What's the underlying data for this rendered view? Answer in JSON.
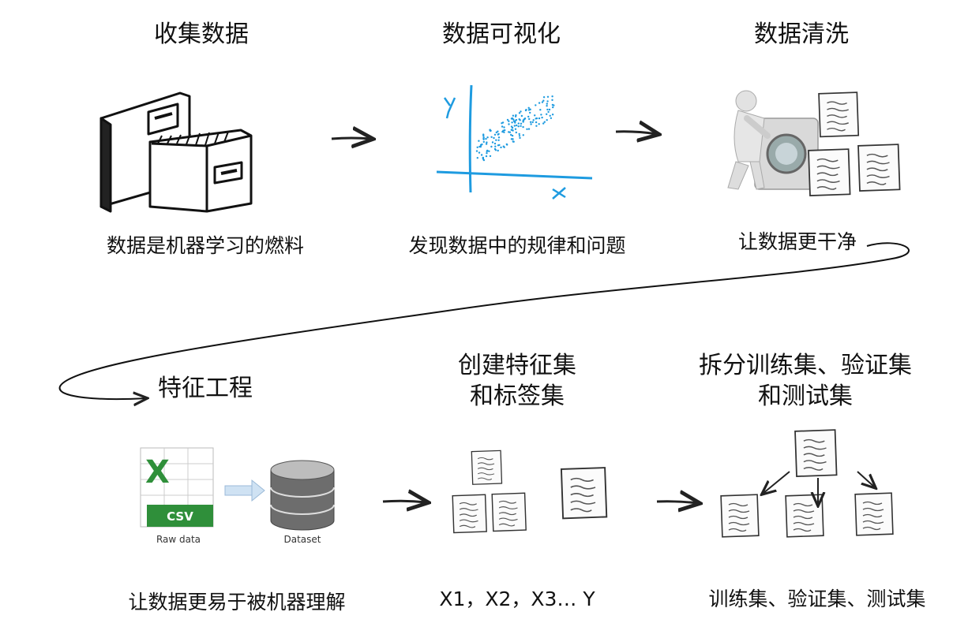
{
  "steps": [
    {
      "title": "收集数据",
      "caption": "数据是机器学习的燃料"
    },
    {
      "title": "数据可视化",
      "caption": "发现数据中的规律和问题"
    },
    {
      "title": "数据清洗",
      "caption": "让数据更干净"
    },
    {
      "title": "特征工程",
      "caption": "让数据更易于被机器理解"
    },
    {
      "title_line1": "创建特征集",
      "title_line2": "和标签集",
      "caption": "X1，X2，X3…   Y"
    },
    {
      "title_line1": "拆分训练集、验证集",
      "title_line2": "和测试集",
      "caption": "训练集、验证集、测试集"
    }
  ],
  "icons": {
    "csv_label": "CSV",
    "raw_data_label": "Raw data",
    "dataset_label": "Dataset",
    "axis_y": "y",
    "axis_x": "x"
  },
  "colors": {
    "plot_blue": "#1e9be0",
    "excel_green": "#2f8f3a"
  }
}
